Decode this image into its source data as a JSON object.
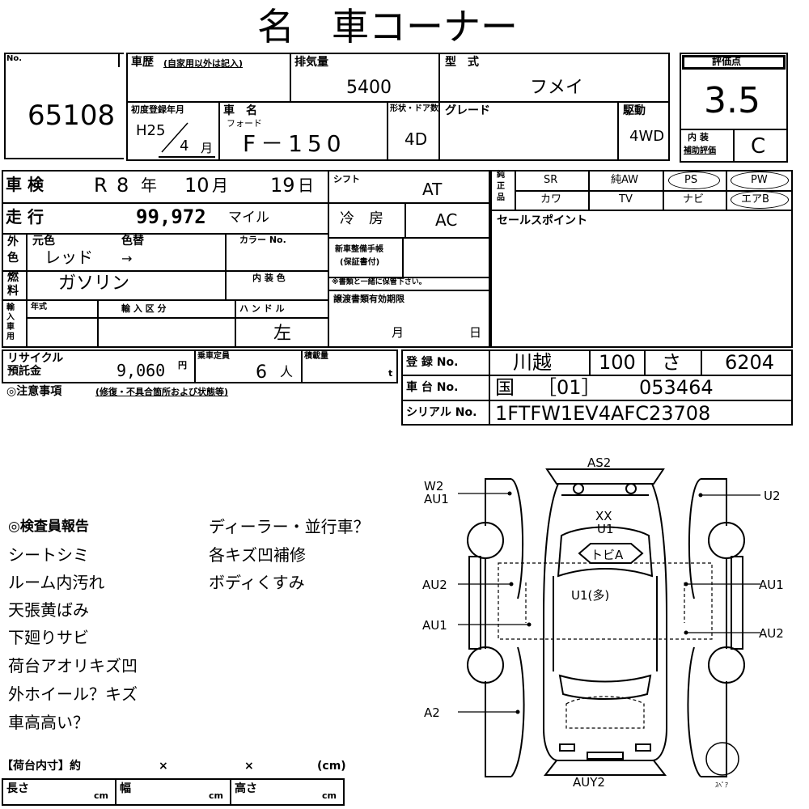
{
  "title": "名　車コーナー",
  "lot": {
    "no_label": "No.",
    "number": "65108"
  },
  "history": {
    "label": "車歴",
    "note": "(自家用以外は記入)"
  },
  "displacement": {
    "label": "排気量",
    "value": "5400"
  },
  "model_type": {
    "label": "型　式",
    "value": "フメイ"
  },
  "score": {
    "label": "評価点",
    "value": "3.5",
    "interior_label_1": "内 装",
    "interior_label_2": "補助評価",
    "interior_value": "C"
  },
  "first_reg": {
    "label": "初度登録年月",
    "era": "H25",
    "month": "4",
    "month_unit": "月"
  },
  "car_name": {
    "label": "車　名",
    "maker": "フォード",
    "model": "F－150"
  },
  "doors": {
    "label": "形状・ドア数",
    "value": "4D"
  },
  "grade": {
    "label": "グレード"
  },
  "drive": {
    "label": "駆動",
    "value": "4WD"
  },
  "inspection": {
    "label": "車 検",
    "era": "R",
    "year": "8",
    "year_unit": "年",
    "month": "10",
    "month_unit": "月",
    "day": "19",
    "day_unit": "日"
  },
  "mileage": {
    "label": "走 行",
    "value": "99,972",
    "unit": "マイル"
  },
  "shift": {
    "label": "シフト",
    "value": "AT"
  },
  "aircon": {
    "label": "冷　房",
    "value": "AC"
  },
  "color": {
    "side_1": "外",
    "side_2": "色",
    "orig_label": "元色",
    "change_label": "色替",
    "code_label": "カラー No.",
    "orig_value": "レッド",
    "arrow": "→"
  },
  "fuel": {
    "side_1": "燃",
    "side_2": "料",
    "value": "ガソリン",
    "interior_color_label": "内 装 色"
  },
  "new_car_book": {
    "label_1": "新車整備手帳",
    "label_2": "(保証書付)",
    "note": "※書類と一緒に保管下さい。"
  },
  "transfer": {
    "label": "譲渡書類有効期限",
    "month_unit": "月",
    "day_unit": "日"
  },
  "import": {
    "side": "輸入車用",
    "year_label": "年式",
    "category_label": "輸 入 区 分",
    "handle_label": "ハ ン ド ル",
    "handle_value": "左"
  },
  "equipment": {
    "side_1": "純",
    "side_2": "正",
    "side_3": "品",
    "row1": [
      "SR",
      "純AW",
      "PS",
      "PW"
    ],
    "row2": [
      "カワ",
      "TV",
      "ナビ",
      "エアB"
    ]
  },
  "sales_point": {
    "label": "セールスポイント"
  },
  "recycle": {
    "label_1": "リサイクル",
    "label_2": "預託金",
    "value": "9,060",
    "unit": "円"
  },
  "capacity": {
    "label": "乗車定員",
    "value": "6",
    "unit": "人"
  },
  "load": {
    "label": "積載量",
    "unit": "t"
  },
  "registration": {
    "label": "登 録 No.",
    "place": "川越",
    "class": "100",
    "kana": "さ",
    "number": "6204"
  },
  "chassis": {
    "label": "車 台 No.",
    "country": "国",
    "code": "［01］",
    "number": "053464"
  },
  "serial": {
    "label": "シリアル No.",
    "value": "1FTFW1EV4AFC23708"
  },
  "caution": {
    "label": "◎注意事項",
    "note": "(修復・不具合箇所および状態等)"
  },
  "report": {
    "header": "◎検査員報告",
    "left": [
      "シートシミ",
      "ルーム内汚れ",
      "天張黄ばみ",
      "下廻りサビ",
      "荷台アオリキズ凹",
      "外ホイール？キズ",
      "車高高い？"
    ],
    "right": [
      "ディーラー・並行車？",
      "各キズ凹補修",
      "ボディくすみ"
    ]
  },
  "bed": {
    "label": "【荷台内寸】約",
    "x1": "×",
    "x2": "×",
    "unit": "(cm)",
    "length": "長さ",
    "width": "幅",
    "height": "高さ",
    "cm": "cm"
  },
  "diagram": {
    "top": "AS2",
    "left_top_1": "W2",
    "left_top_2": "AU1",
    "roof_1": "XX",
    "roof_2": "U1",
    "hood": "トビA",
    "body": "U1(多)",
    "left_mid": "AU2",
    "left_low": "AU1",
    "left_bottom": "A2",
    "right_top": "U2",
    "right_mid": "AU1",
    "right_low": "AU2",
    "bottom": "AUY2",
    "spare": "ｽﾍﾟｱ"
  }
}
